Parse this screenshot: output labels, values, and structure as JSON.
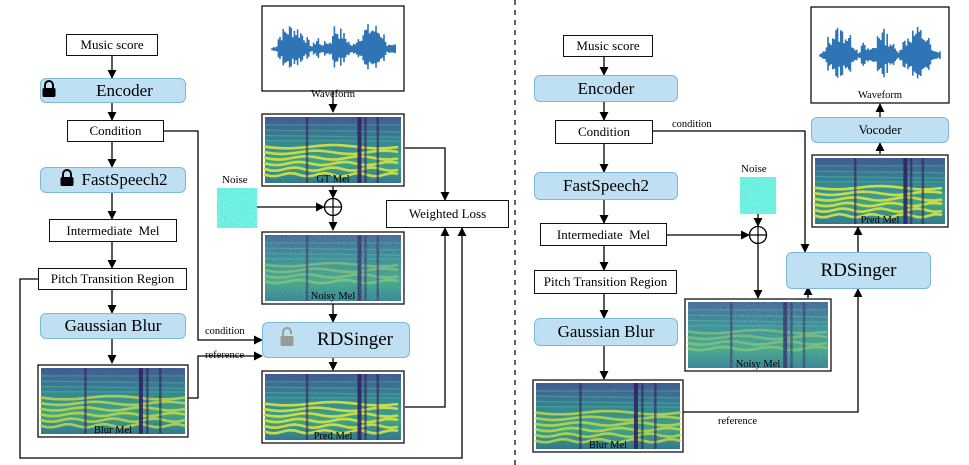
{
  "colors": {
    "block_fill": "#bfe0f3",
    "block_border": "#7fb8d8",
    "waveform": "#2f74b5",
    "mel_dark": "#2a0f55",
    "mel_mid": "#2a8a8a",
    "mel_bright": "#d8e03a",
    "divider": "#000000"
  },
  "icons": {
    "locked": "lock-icon",
    "unlocked": "unlock-icon"
  },
  "left": {
    "music_score": "Music score",
    "encoder": "Encoder",
    "condition": "Condition",
    "fastspeech2": "FastSpeech2",
    "intermediate_mel": "Intermediate  Mel",
    "pitch_transition_region": "Pitch Transition Region",
    "gaussian_blur": "Gaussian Blur",
    "blur_mel": "Blur Mel",
    "waveform": "Waveform",
    "gt_mel": "GT Mel",
    "noise": "Noise",
    "noisy_mel": "Noisy Mel",
    "weighted_loss": "Weighted Loss",
    "rdsinger": "RDSinger",
    "pred_mel": "Pred Mel",
    "condition_edge": "condition",
    "reference_edge": "reference"
  },
  "right": {
    "music_score": "Music score",
    "encoder": "Encoder",
    "condition": "Condition",
    "fastspeech2": "FastSpeech2",
    "intermediate_mel": "Intermediate  Mel",
    "pitch_transition_region": "Pitch Transition Region",
    "gaussian_blur": "Gaussian Blur",
    "blur_mel": "Blur Mel",
    "noise": "Noise",
    "noisy_mel": "Noisy Mel",
    "rdsinger": "RDSinger",
    "pred_mel": "Pred Mel",
    "vocoder": "Vocoder",
    "waveform": "Waveform",
    "condition_edge": "condition",
    "reference_edge": "reference"
  }
}
